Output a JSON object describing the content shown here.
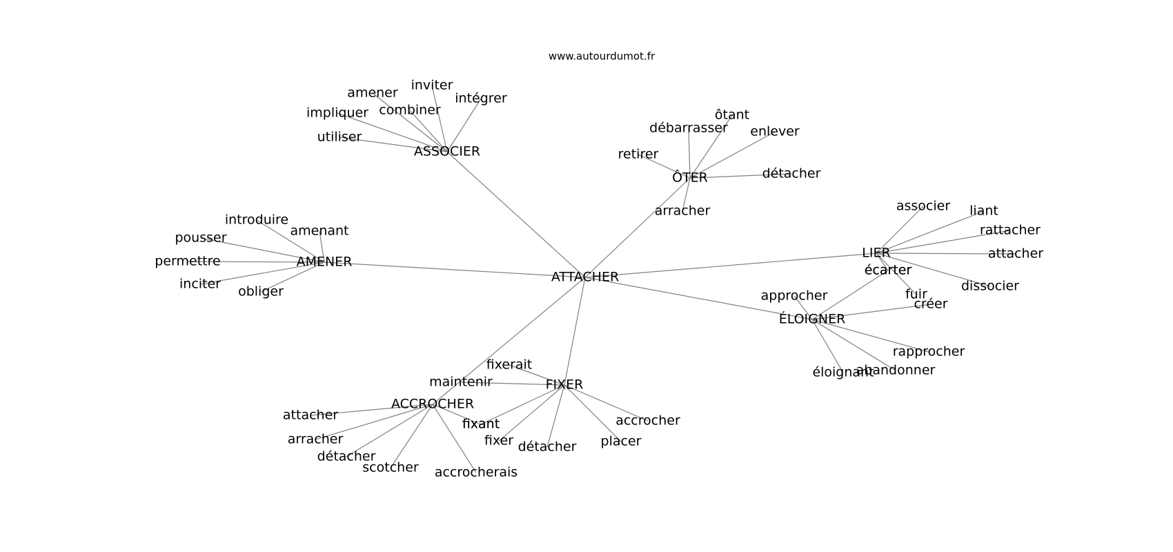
{
  "source": "www.autourdumot.fr",
  "root": "ATTACHER",
  "clusters": [
    {
      "id": "associer",
      "label": "ASSOCIER",
      "leaves": [
        "utiliser",
        "impliquer",
        "amener",
        "combiner",
        "inviter",
        "intégrer"
      ]
    },
    {
      "id": "oter",
      "label": "ÔTER",
      "leaves": [
        "retirer",
        "débarrasser",
        "ôtant",
        "enlever",
        "détacher",
        "arracher"
      ]
    },
    {
      "id": "amener",
      "label": "AMENER",
      "leaves": [
        "introduire",
        "amenant",
        "pousser",
        "permettre",
        "inciter",
        "obliger"
      ]
    },
    {
      "id": "lier",
      "label": "LIER",
      "leaves": [
        "associer",
        "liant",
        "rattacher",
        "attacher",
        "dissocier",
        "fuir",
        "écarter"
      ]
    },
    {
      "id": "eloigner",
      "label": "ÉLOIGNER",
      "leaves": [
        "approcher",
        "écarter",
        "créer",
        "rapprocher",
        "abandonner",
        "éloignant"
      ]
    },
    {
      "id": "fixer",
      "label": "FIXER",
      "leaves": [
        "fixerait",
        "maintenir",
        "fixant",
        "fixer",
        "détacher",
        "placer",
        "accrocher"
      ]
    },
    {
      "id": "accrocher",
      "label": "ACCROCHER",
      "leaves": [
        "attacher",
        "arracher",
        "détacher",
        "scotcher",
        "accrocherais",
        "fixant"
      ]
    }
  ]
}
